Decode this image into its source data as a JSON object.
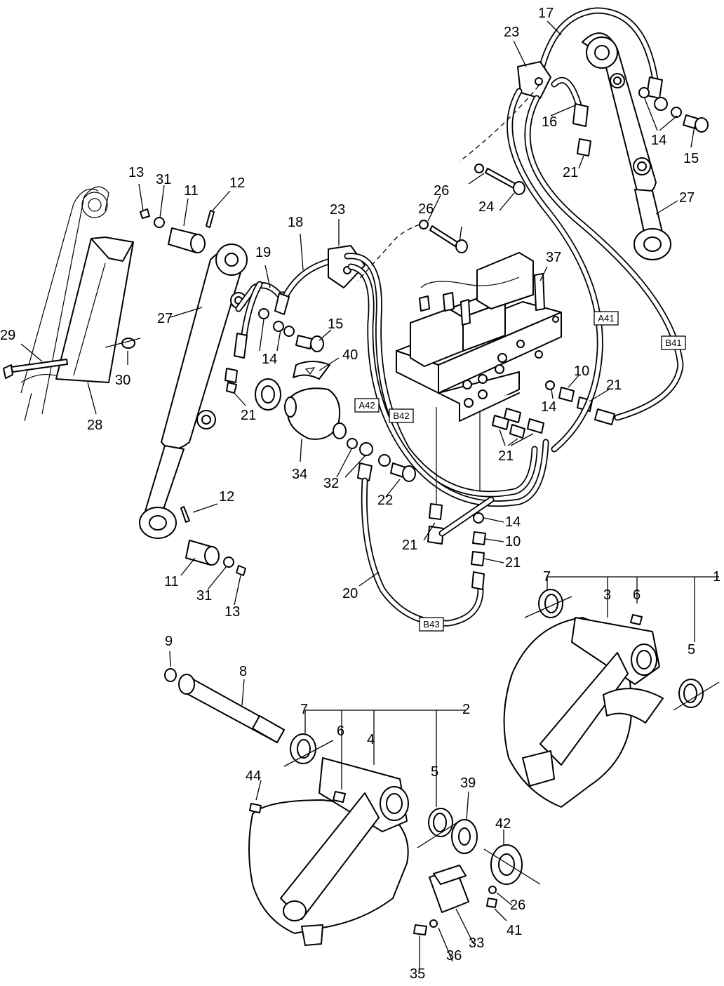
{
  "part_numbers": [
    "1",
    "2",
    "3",
    "4",
    "5",
    "5",
    "6",
    "6",
    "7",
    "7",
    "8",
    "9",
    "10",
    "10",
    "11",
    "11",
    "12",
    "12",
    "13",
    "13",
    "14",
    "14",
    "14",
    "14",
    "15",
    "15",
    "16",
    "17",
    "18",
    "19",
    "20",
    "21",
    "21",
    "21",
    "21",
    "21",
    "21",
    "22",
    "23",
    "23",
    "24",
    "26",
    "26",
    "26",
    "27",
    "27",
    "28",
    "29",
    "30",
    "31",
    "31",
    "32",
    "33",
    "34",
    "35",
    "36",
    "37",
    "39",
    "40",
    "41",
    "42",
    "44"
  ],
  "hose_tags": [
    "A41",
    "A42",
    "B41",
    "B42",
    "B43"
  ]
}
